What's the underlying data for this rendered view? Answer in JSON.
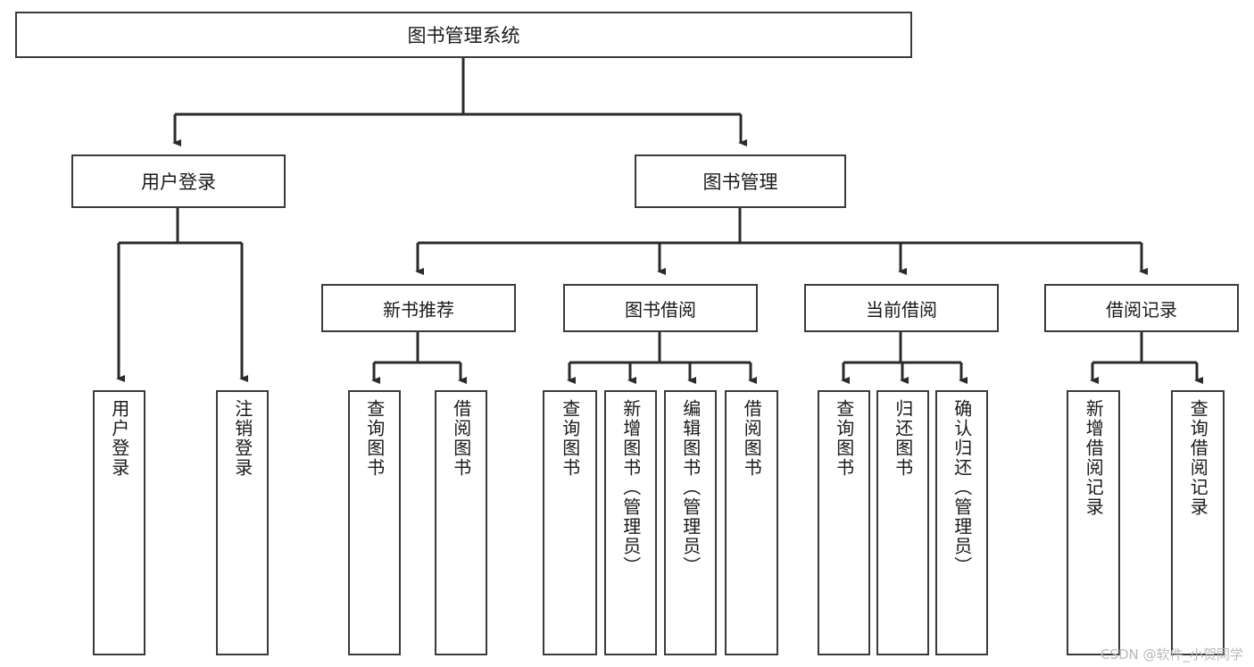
{
  "diagram": {
    "title": "图书管理系统",
    "watermark": "CSDN @软件_小贺同学",
    "colors": {
      "background": "#ffffff",
      "box_border": "#3a3a3a",
      "connector": "#2b2b2b",
      "text": "#1a1a1a",
      "watermark": "#b9b9b9"
    },
    "root": {
      "label": "图书管理系统"
    },
    "level1": [
      {
        "label": "用户登录"
      },
      {
        "label": "图书管理"
      }
    ],
    "level2": [
      {
        "label": "新书推荐"
      },
      {
        "label": "图书借阅"
      },
      {
        "label": "当前借阅"
      },
      {
        "label": "借阅记录"
      }
    ],
    "leaves": {
      "user_login": [
        {
          "label": "用户登录"
        },
        {
          "label": "注销登录"
        }
      ],
      "new_book": [
        {
          "label": "查询图书"
        },
        {
          "label": "借阅图书"
        }
      ],
      "book_borrow": [
        {
          "label": "查询图书"
        },
        {
          "label": "新增图书（管理员）"
        },
        {
          "label": "编辑图书（管理员）"
        },
        {
          "label": "借阅图书"
        }
      ],
      "current_borrow": [
        {
          "label": "查询图书"
        },
        {
          "label": "归还图书"
        },
        {
          "label": "确认归还（管理员）"
        }
      ],
      "borrow_record": [
        {
          "label": "新增借阅记录"
        },
        {
          "label": "查询借阅记录"
        }
      ]
    }
  }
}
